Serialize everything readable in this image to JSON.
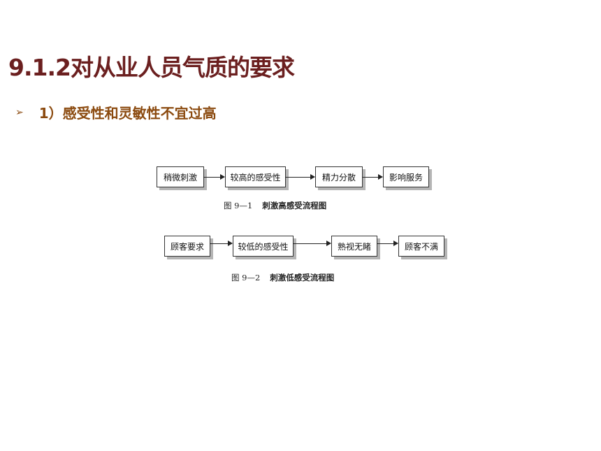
{
  "slide": {
    "title": "9.1.2对从业人员气质的要求",
    "bullet_symbol": "➢",
    "bullet_text": "1）感受性和灵敏性不宜过高"
  },
  "figure1": {
    "boxes": [
      "稍微刺激",
      "较高的感受性",
      "精力分散",
      "影响服务"
    ],
    "caption_num": "图 9—1",
    "caption_title": "刺激高感受流程图"
  },
  "figure2": {
    "boxes": [
      "顾客要求",
      "较低的感受性",
      "熟视无睹",
      "顾客不满"
    ],
    "caption_num": "图 9—2",
    "caption_title": "刺激低感受流程图"
  }
}
